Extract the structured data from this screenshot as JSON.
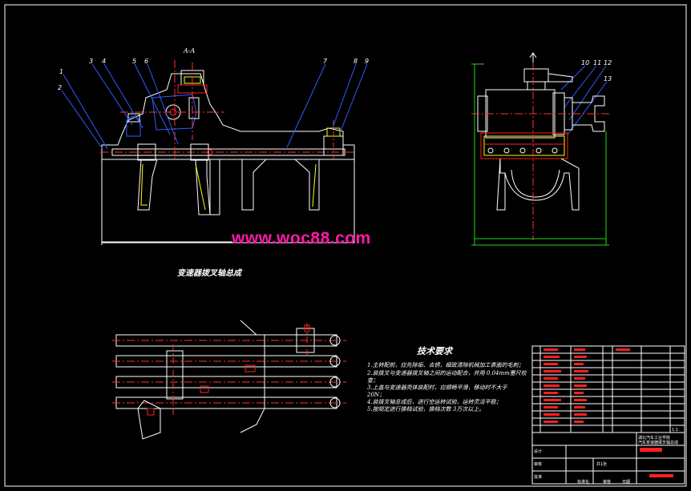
{
  "drawing": {
    "title": "变速器拨叉轴总成",
    "section_label": "A-A",
    "watermark": "www.woc88.com",
    "dimension_left": "",
    "dimension_bottom_right": ""
  },
  "balloons": {
    "b1": "1",
    "b2": "2",
    "b3": "3",
    "b4": "4",
    "b5": "5",
    "b6": "6",
    "b7": "7",
    "b8": "8",
    "b9": "9",
    "b10": "10",
    "b11": "11",
    "b12": "12",
    "b13": "13"
  },
  "tech_requirements": {
    "title": "技术要求",
    "lines": [
      "1.主转配前，应先除垢、去锈，细致清除机械加工表面的毛刺；",
      "2.装拨叉与变速器拨叉轴之间的运动配合，并用  0.04mm塞尺检",
      "查；",
      "3.上盖与变速器壳体装配时，应顺畅平滑，移动时不大于",
      "20N；",
      "4.装拨叉轴总成后，进行空运转试验，运转灵活平稳；",
      "5.按规定进行换档试验，换档次数  3万次以上。"
    ]
  },
  "title_block": {
    "school": "湖北汽车工业学院",
    "project": "汽车变速器拨叉轴总成",
    "drawing_no": "",
    "scale": "1:1",
    "sheet": "共1张",
    "designer": "设计",
    "checker": "审核",
    "approver": "批准",
    "material": "",
    "red_label": "",
    "bottom_labels": [
      "标准化",
      "审核",
      "日期"
    ]
  },
  "colors": {
    "background": "#000000",
    "outline": "#ffffff",
    "hidden": "#ffff00",
    "center": "#ff3030",
    "leader": "#2d5cff",
    "dimension": "#22d622",
    "section_red": "#ff2020",
    "watermark": "#ff1aa8"
  }
}
